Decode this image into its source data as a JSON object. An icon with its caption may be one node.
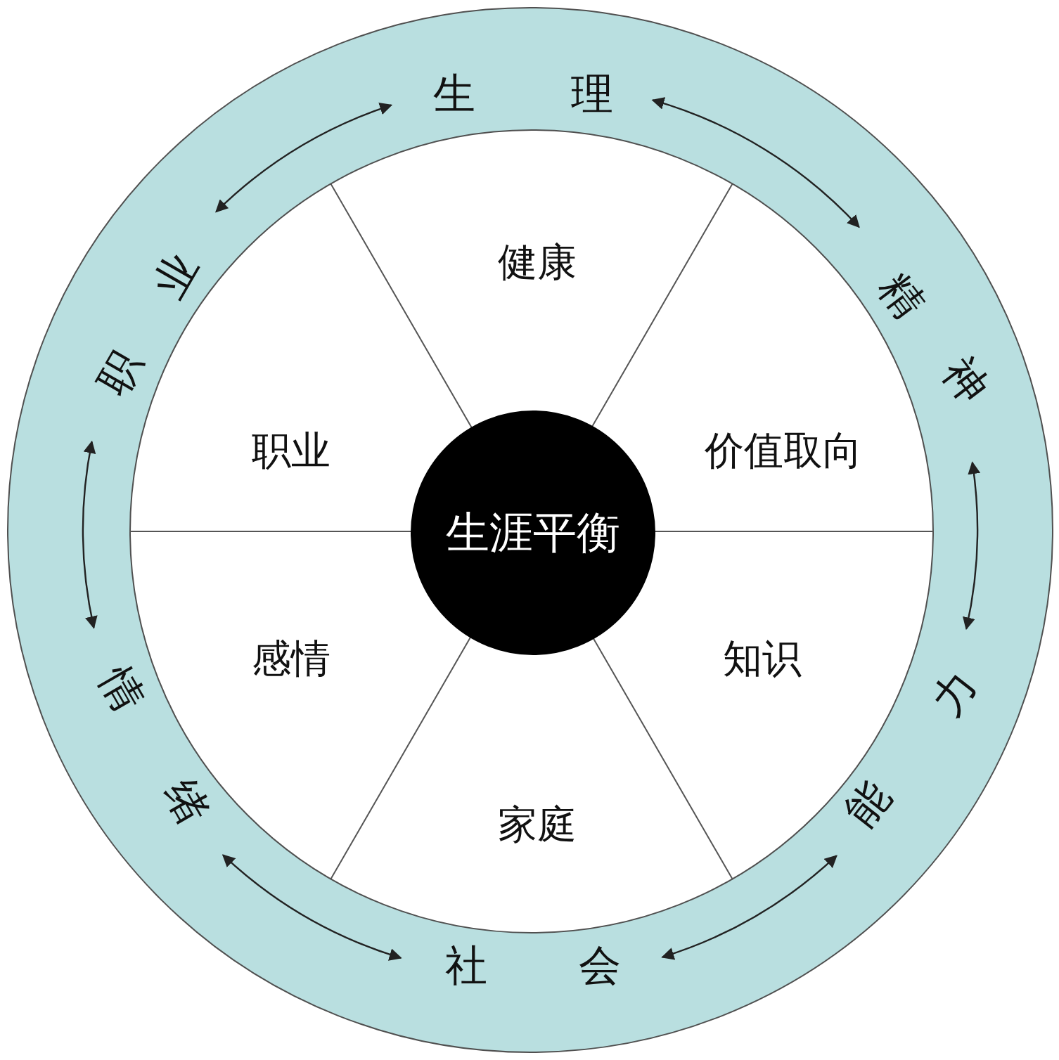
{
  "diagram": {
    "nodes": [
      {
        "text": [],
        "shape": "circle"
      },
      {
        "text": [
          "生理"
        ],
        "in": 0
      },
      {
        "text": [
          "精神"
        ],
        "in": 0
      },
      {
        "text": [
          "能力"
        ],
        "in": 0
      },
      {
        "text": [
          "社会"
        ],
        "in": 0
      },
      {
        "text": [
          "情绪"
        ],
        "in": 0
      },
      {
        "text": [
          "职业"
        ],
        "in": 0
      },
      {
        "text": [],
        "shape": "circle",
        "in": 0
      },
      {
        "text": [
          "生涯平衡"
        ],
        "in": 7
      },
      {
        "text": [
          "健康"
        ],
        "in": 7
      },
      {
        "text": [
          "价值取向"
        ],
        "in": 7
      },
      {
        "text": [
          "知识"
        ],
        "in": 7
      },
      {
        "text": [
          "家庭"
        ],
        "in": 7
      },
      {
        "text": [
          "感情"
        ],
        "in": 7
      },
      {
        "text": [
          "职业"
        ],
        "in": 7
      }
    ],
    "edges": [
      {
        "from": 1,
        "to": 2,
        "arrow": "both"
      },
      {
        "from": 2,
        "to": 3,
        "arrow": "both"
      },
      {
        "from": 3,
        "to": 4,
        "arrow": "both"
      },
      {
        "from": 4,
        "to": 5,
        "arrow": "both"
      },
      {
        "from": 5,
        "to": 6,
        "arrow": "both"
      },
      {
        "from": 6,
        "to": 1,
        "arrow": "both"
      }
    ]
  }
}
